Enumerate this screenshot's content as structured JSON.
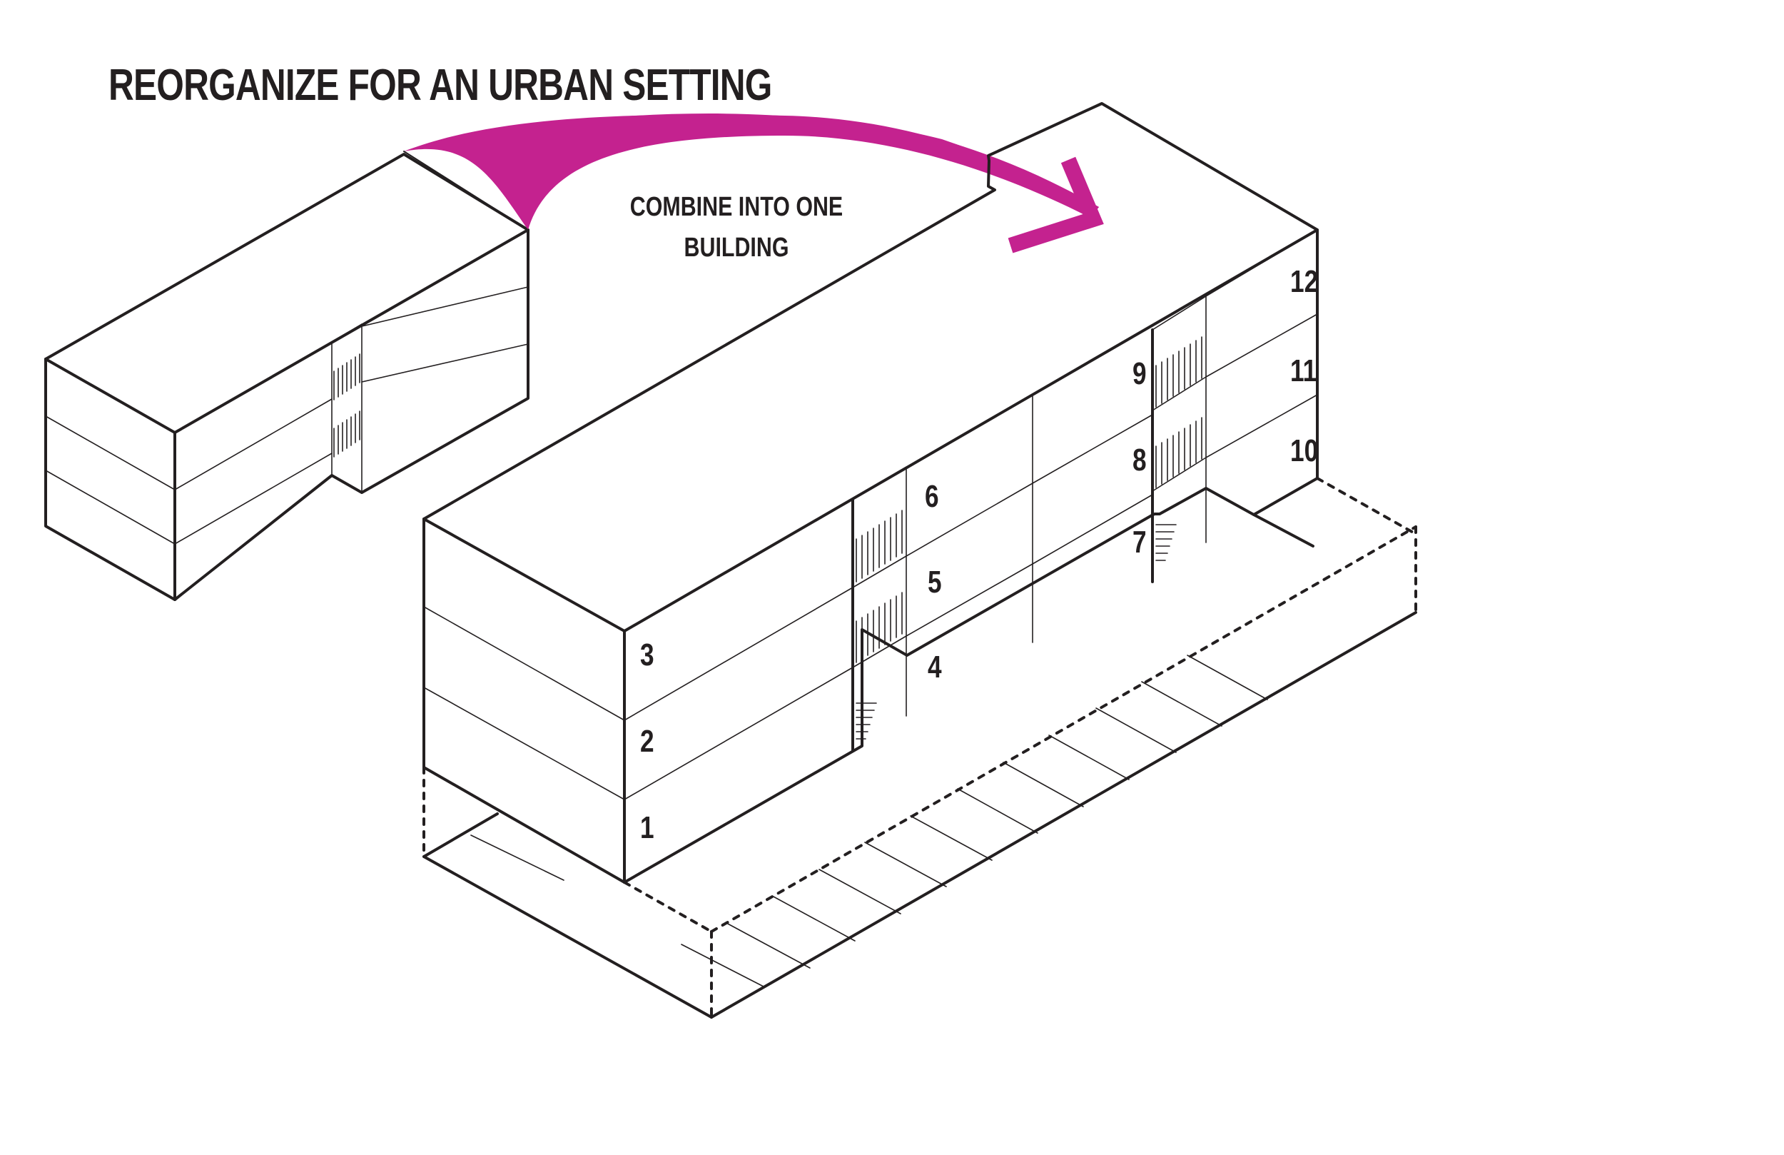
{
  "title": "REORGANIZE FOR AN URBAN SETTING",
  "note": {
    "line1": "COMBINE INTO ONE",
    "line2": "BUILDING"
  },
  "units": [
    "1",
    "2",
    "3",
    "4",
    "5",
    "6",
    "7",
    "8",
    "9",
    "10",
    "11",
    "12"
  ],
  "colors": {
    "arrow": "#c4228f",
    "line": "#231f20",
    "background": "#ffffff"
  }
}
